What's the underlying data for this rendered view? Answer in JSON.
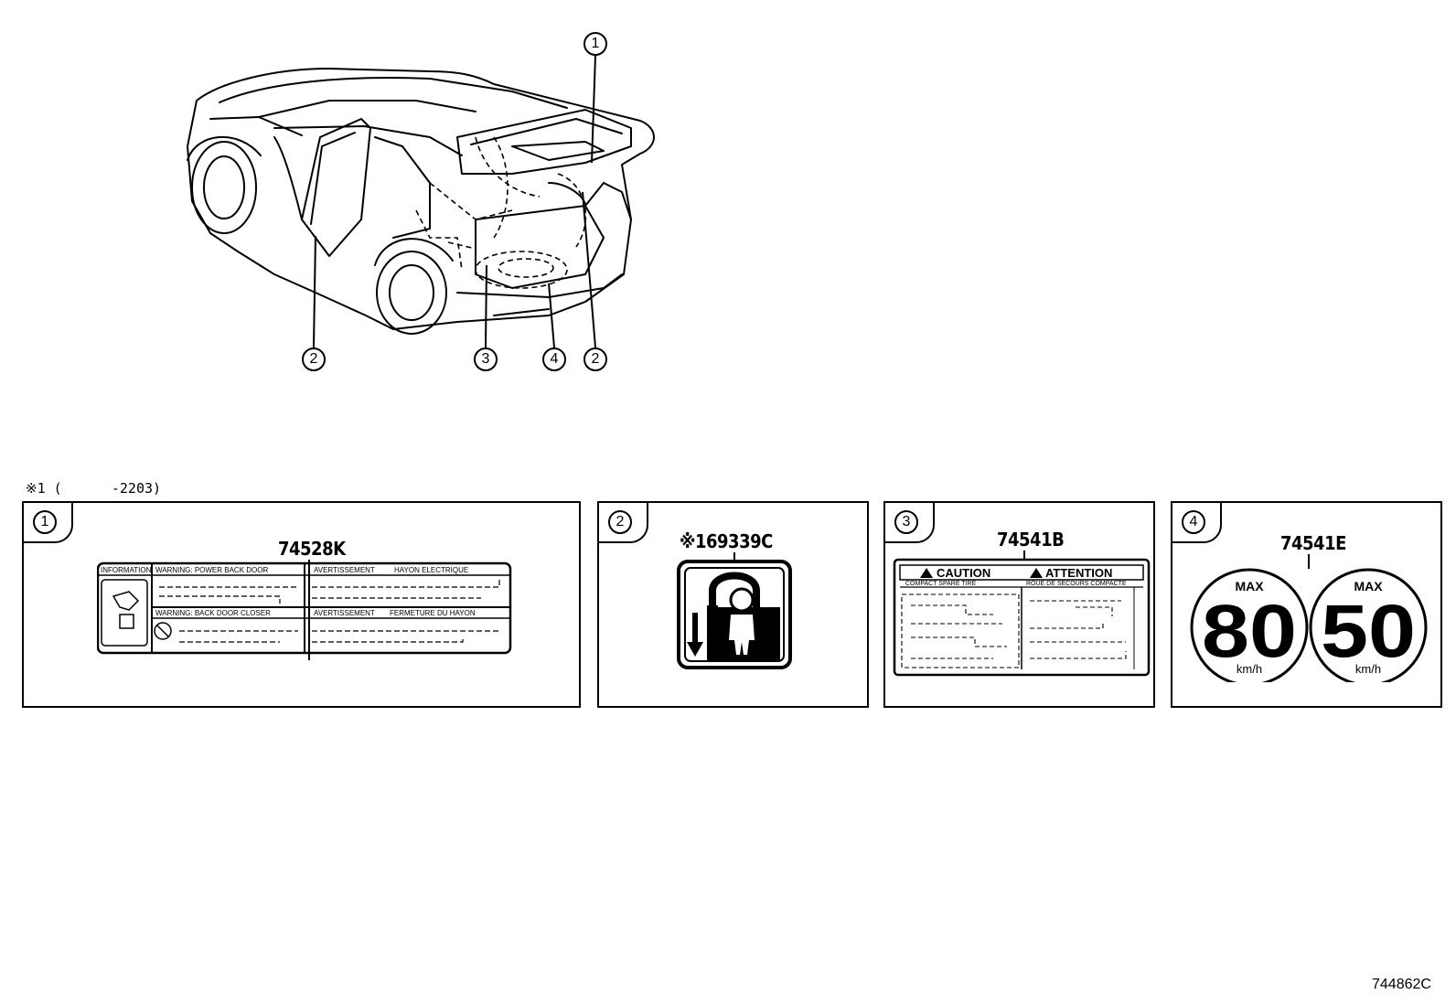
{
  "diagram": {
    "callouts": [
      "1",
      "2",
      "3",
      "4"
    ],
    "footnote": "※1 (      -2203)",
    "diagram_code": "744862C"
  },
  "panels": [
    {
      "number": "1",
      "part_number": "74528K",
      "label_text": {
        "info": "INFORMATION",
        "warn1": "WARNING: POWER BACK DOOR",
        "warn1_fr": "AVERTISSEMENT",
        "warn1_fr2": "HAYON ELECTRIQUE",
        "warn2": "WARNING: BACK DOOR CLOSER",
        "warn2_fr": "AVERTISSEMENT",
        "warn2_fr2": "FERMETURE DU HAYON"
      }
    },
    {
      "number": "2",
      "part_number": "※169339C",
      "icon": "child-lock-icon"
    },
    {
      "number": "3",
      "part_number": "74541B",
      "label_text": {
        "caution": "CAUTION",
        "attention": "ATTENTION",
        "left_head": "COMPACT SPARE TIRE",
        "right_head": "ROUE DE SECOURS COMPACTE"
      }
    },
    {
      "number": "4",
      "part_number": "74541E",
      "signs": [
        {
          "top": "MAX",
          "value": "80",
          "unit": "km/h"
        },
        {
          "top": "MAX",
          "value": "50",
          "unit": "km/h"
        }
      ]
    }
  ]
}
